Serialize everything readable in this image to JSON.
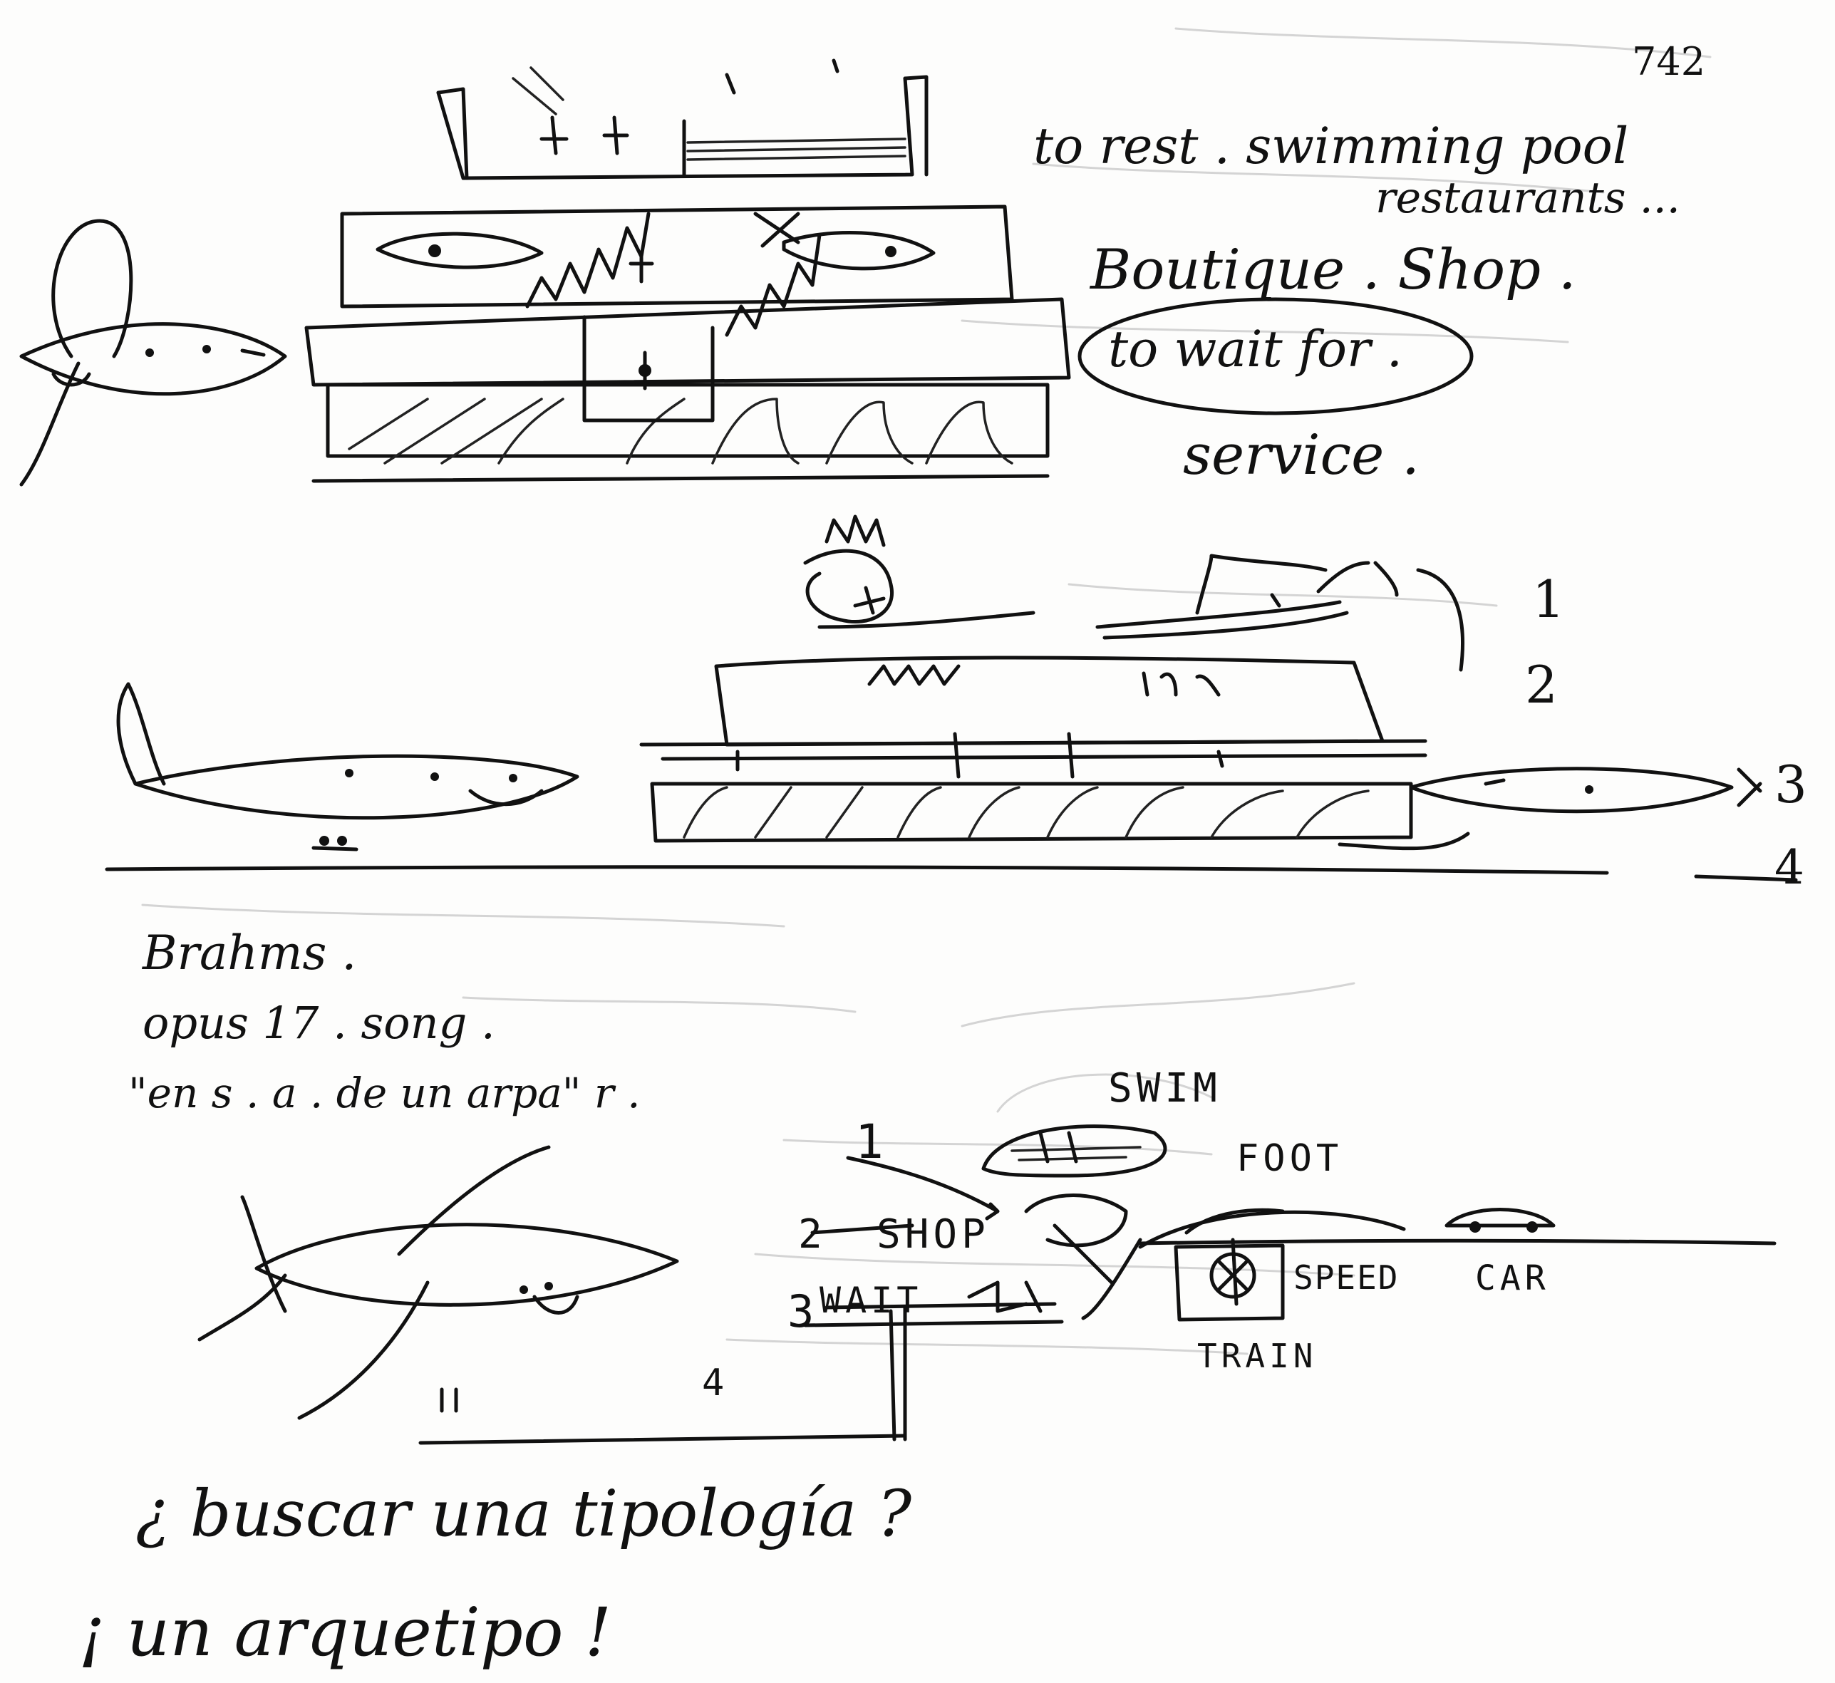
{
  "page_number": "742",
  "top_notes": {
    "line1": "to rest . swimming pool",
    "line2": "restaurants ...",
    "line3": "Boutique . Shop .",
    "line4": "to wait for .",
    "line5": "service ."
  },
  "middle_levels": [
    "1",
    "2",
    "3",
    "4"
  ],
  "brahms_note": {
    "line1": "Brahms .",
    "line2": "opus 17 . song .",
    "line3": "\"en s . a . de un arpa\" r ."
  },
  "diagram_labels": {
    "swim": "SWIM",
    "foot": "FOOT",
    "shop": "SHOP",
    "wait": "WAIT",
    "speed": "SPEED",
    "car": "CAR",
    "train": "TRAIN",
    "num1": "1",
    "num2": "2",
    "num3": "3",
    "num4": "4"
  },
  "closing_notes": {
    "line1": "¿ buscar una tipología ?",
    "line2": "¡ un arquetipo !"
  }
}
